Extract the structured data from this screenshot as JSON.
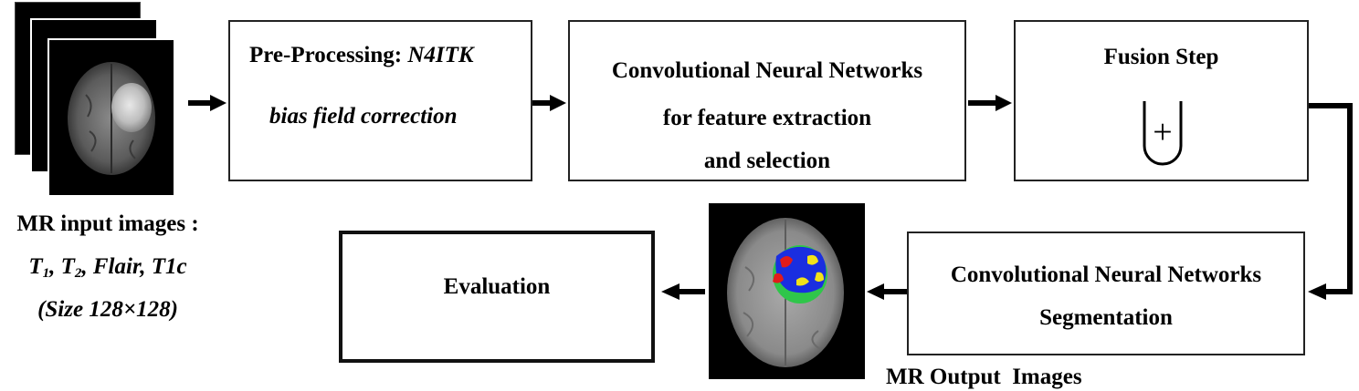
{
  "input": {
    "caption_line1": "MR input images :",
    "seq_t1": "T",
    "seq_t1_sub": "1",
    "seq_t2": ", T",
    "seq_t2_sub": "2",
    "seq_rest": ", Flair, T1c",
    "size": "(Size 128×128)"
  },
  "preprocessing": {
    "label": "Pre-Processing:",
    "method": "N4ITK",
    "line2": "bias field correction"
  },
  "cnn_features": {
    "line1": "Convolutional Neural Networks",
    "line2": "for feature extraction",
    "line3": "and selection"
  },
  "fusion": {
    "label": "Fusion Step",
    "symbol": "+"
  },
  "cnn_segmentation": {
    "line1": "Convolutional Neural Networks",
    "line2": "Segmentation"
  },
  "output": {
    "caption": "MR Output  Images"
  },
  "evaluation": {
    "label": "Evaluation"
  },
  "colors": {
    "box_border": "#222222",
    "arrow": "#000000",
    "tumor_core": "#1a2ee0",
    "tumor_enhancing": "#f2e21a",
    "tumor_necrosis": "#e11b1b",
    "tumor_edema": "#2fc64a"
  }
}
